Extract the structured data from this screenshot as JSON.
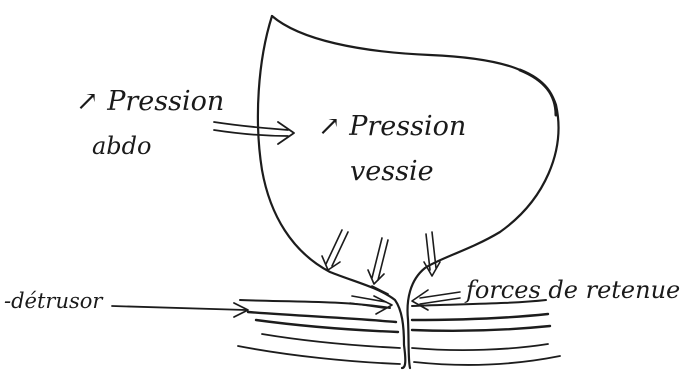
{
  "labels": {
    "abdominal_pressure_line1": "↗ Pression",
    "abdominal_pressure_line2": "abdo",
    "bladder_pressure_line1": "↗ Pression",
    "bladder_pressure_line2": "vessie",
    "retention_forces": "forces de retenue",
    "detrusor": "-détrusor"
  },
  "colors": {
    "ink": "#1c1c1c",
    "background": "#ffffff"
  }
}
